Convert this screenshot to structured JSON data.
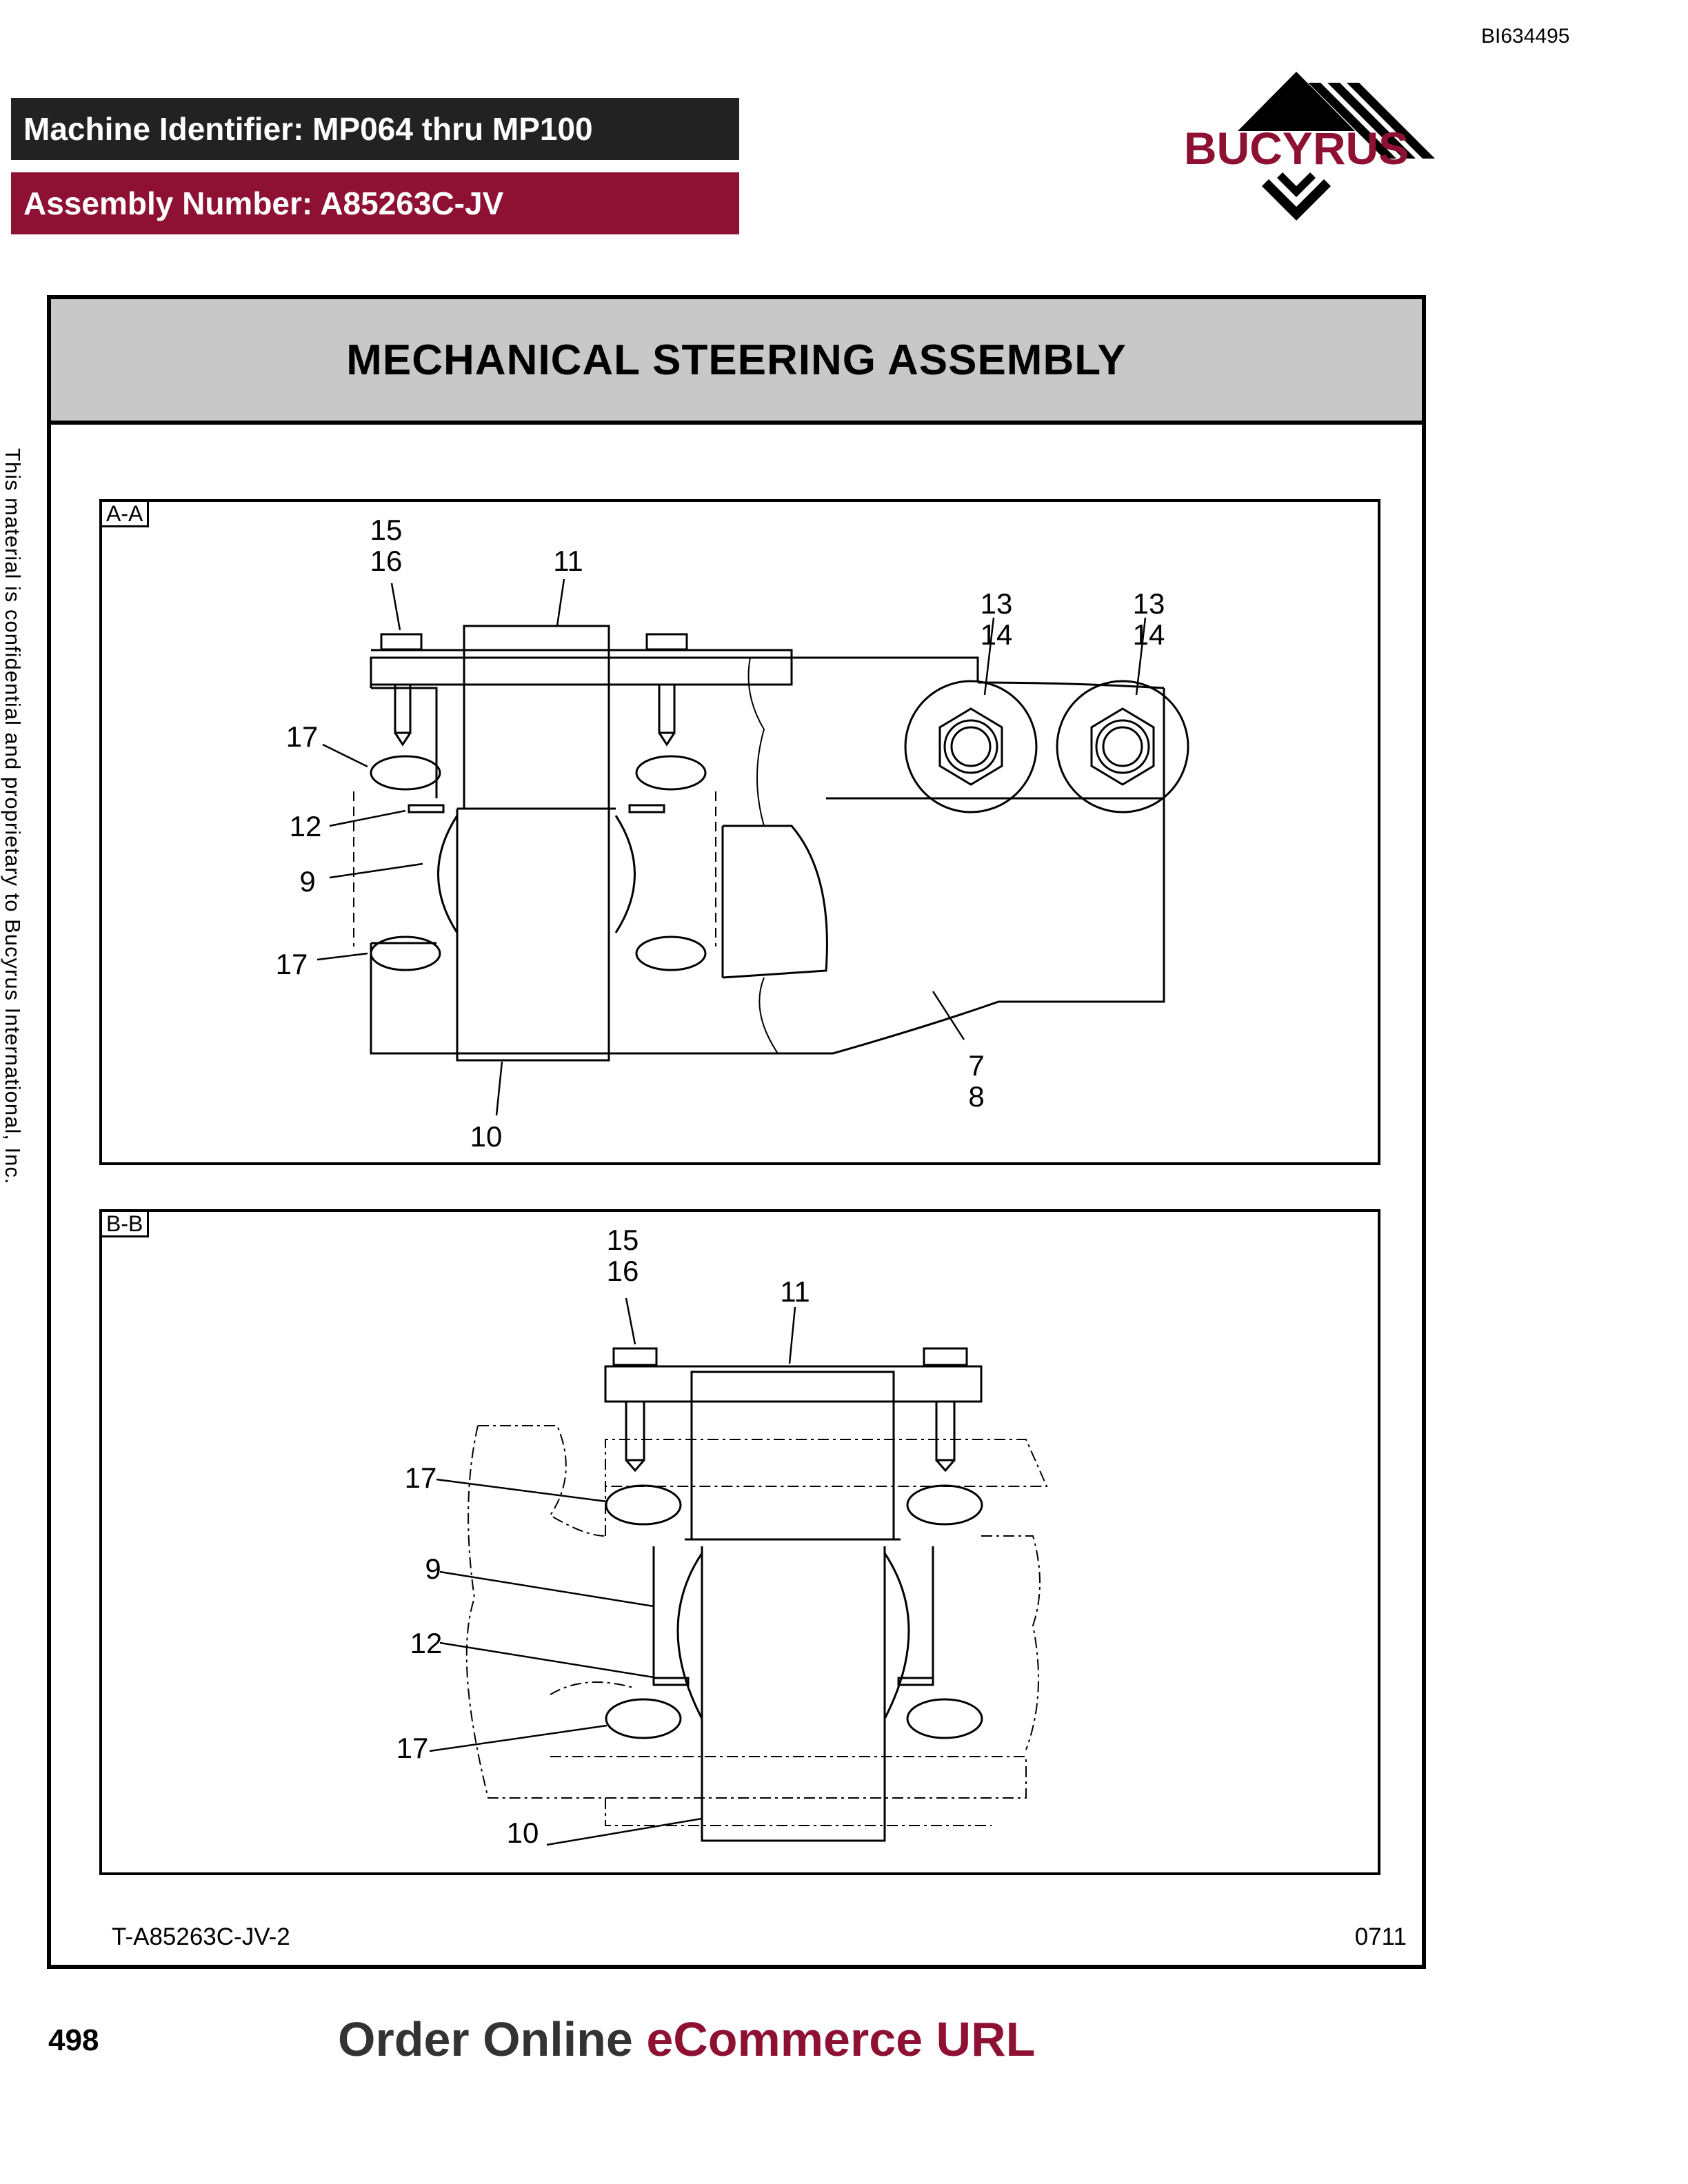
{
  "document_id": "BI634495",
  "machine_identifier": "Machine Identifier: MP064 thru MP100",
  "assembly_number": "Assembly Number: A85263C-JV",
  "logo": {
    "text": "BUCYRUS",
    "color": "#8e1033"
  },
  "side_note": "This material is confidential and proprietary to Bucyrus International, Inc.",
  "title": "MECHANICAL STEERING ASSEMBLY",
  "views": {
    "aa": {
      "label": "A-A",
      "callouts": {
        "c15_16": [
          "15",
          "16"
        ],
        "c11": "11",
        "c13_14_a": [
          "13",
          "14"
        ],
        "c13_14_b": [
          "13",
          "14"
        ],
        "c17_top": "17",
        "c12": "12",
        "c9": "9",
        "c17_bottom": "17",
        "c7_8": [
          "7",
          "8"
        ],
        "c10": "10"
      }
    },
    "bb": {
      "label": "B-B",
      "callouts": {
        "c15_16": [
          "15",
          "16"
        ],
        "c11": "11",
        "c17_top": "17",
        "c9": "9",
        "c12": "12",
        "c17_bottom": "17",
        "c10": "10"
      }
    }
  },
  "drawing_number": "T-A85263C-JV-2",
  "date_code": "0711",
  "page_number": "498",
  "order_line": {
    "part1": "Order Online ",
    "part2": "eCommerce URL"
  },
  "colors": {
    "accent": "#8e1033",
    "dark_band": "#222222",
    "header_grey": "#c8c8c8"
  }
}
